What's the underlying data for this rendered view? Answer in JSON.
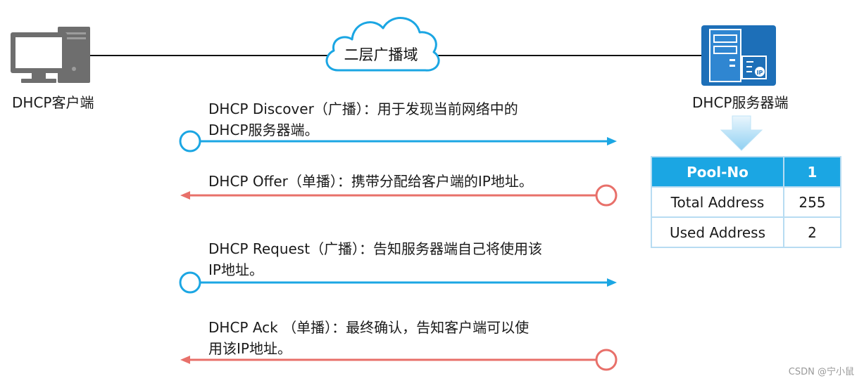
{
  "broadcast_domain": {
    "label": "二层广播域"
  },
  "client": {
    "label": "DHCP客户端",
    "icon": "desktop-computer-icon"
  },
  "server": {
    "label": "DHCP服务器端",
    "icon": "server-icon"
  },
  "messages": [
    {
      "line1": "DHCP Discover（广播）：用于发现当前网络中的",
      "line2": "DHCP服务器端。",
      "direction": "client-to-server"
    },
    {
      "line1": "DHCP Offer（单播）：携带分配给客户端的IP地址。",
      "line2": "",
      "direction": "server-to-client"
    },
    {
      "line1": "DHCP Request（广播）：告知服务器端自己将使用该",
      "line2": "IP地址。",
      "direction": "client-to-server"
    },
    {
      "line1": "DHCP Ack （单播）：最终确认，告知客户端可以使",
      "line2": "用该IP地址。",
      "direction": "server-to-client"
    }
  ],
  "pool_table": {
    "header": [
      "Pool-No",
      "1"
    ],
    "rows": [
      [
        "Total Address",
        "255"
      ],
      [
        "Used Address",
        "2"
      ]
    ]
  },
  "colors": {
    "request_arrow": "#1ba6e3",
    "reply_arrow": "#e8706a",
    "table_header": "#1ba6e3",
    "server_icon": "#1d6fb8"
  },
  "watermark": "CSDN @宁小鼠"
}
